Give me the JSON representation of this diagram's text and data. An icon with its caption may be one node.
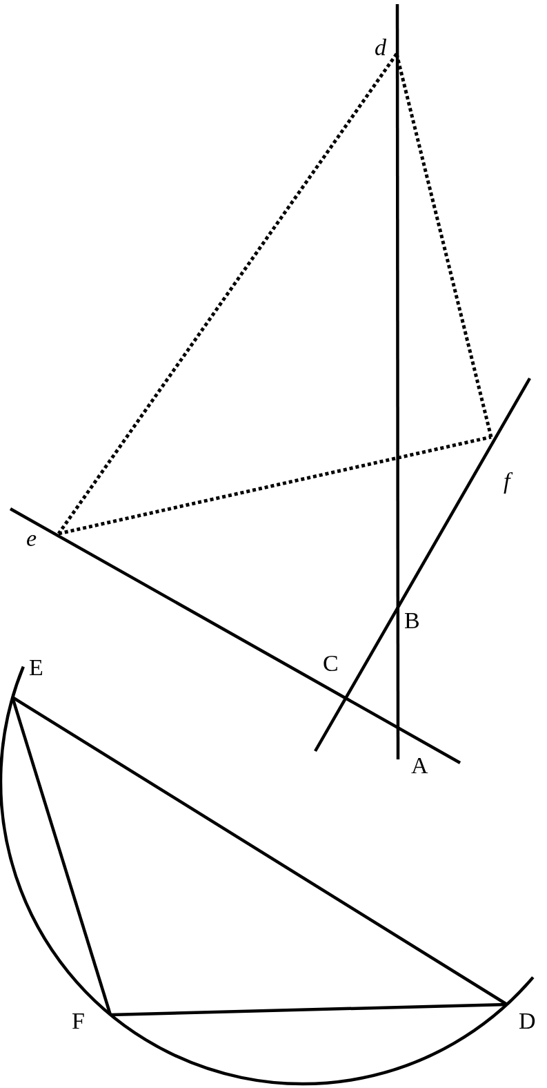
{
  "diagram": {
    "labels": [
      "d",
      "f",
      "e",
      "B",
      "C",
      "E",
      "A",
      "F",
      "D"
    ]
  }
}
